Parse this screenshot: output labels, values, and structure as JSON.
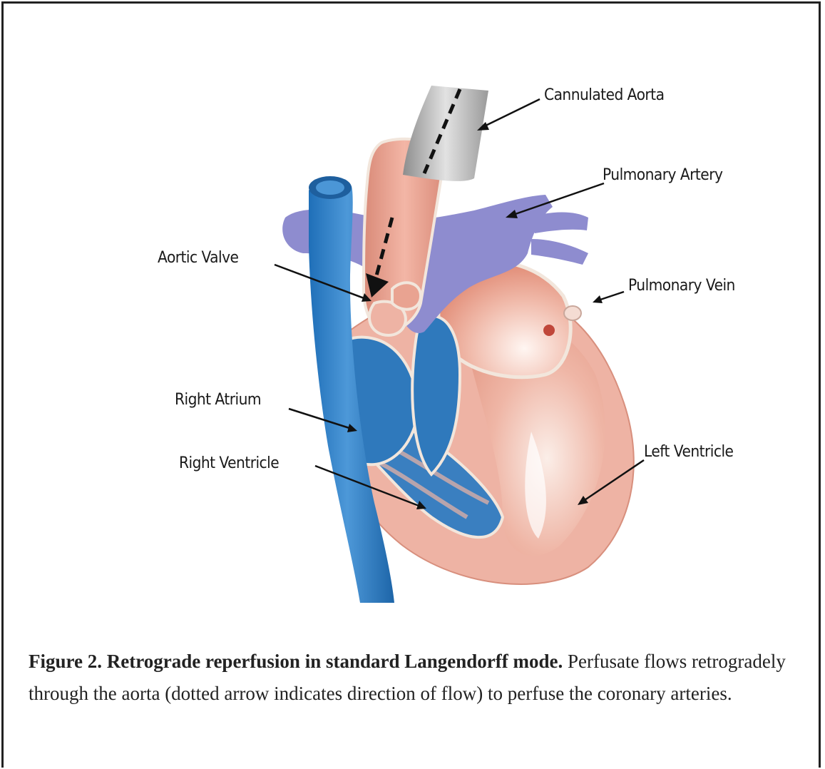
{
  "labels": {
    "cannulated_aorta": "Cannulated Aorta",
    "pulmonary_artery": "Pulmonary Artery",
    "aortic_valve": "Aortic Valve",
    "pulmonary_vein": "Pulmonary Vein",
    "right_atrium": "Right Atrium",
    "right_ventricle": "Right Ventricle",
    "left_ventricle": "Left Ventricle"
  },
  "caption": {
    "bold": "Figure 2. Retrograde reperfusion in standard Langendorff mode.",
    "text": " Perfusate flows retrogradely through the aorta (dotted arrow indicates direction of flow) to perfuse the coronary arteries."
  },
  "colors": {
    "vena_cava": "#2f7fc6",
    "right_heart": "#3a7fc0",
    "pulmonary": "#8e8ccf",
    "aorta": "#e9a391",
    "myocardium": "#eeb3a4",
    "cannula": "#c8c8c8"
  }
}
